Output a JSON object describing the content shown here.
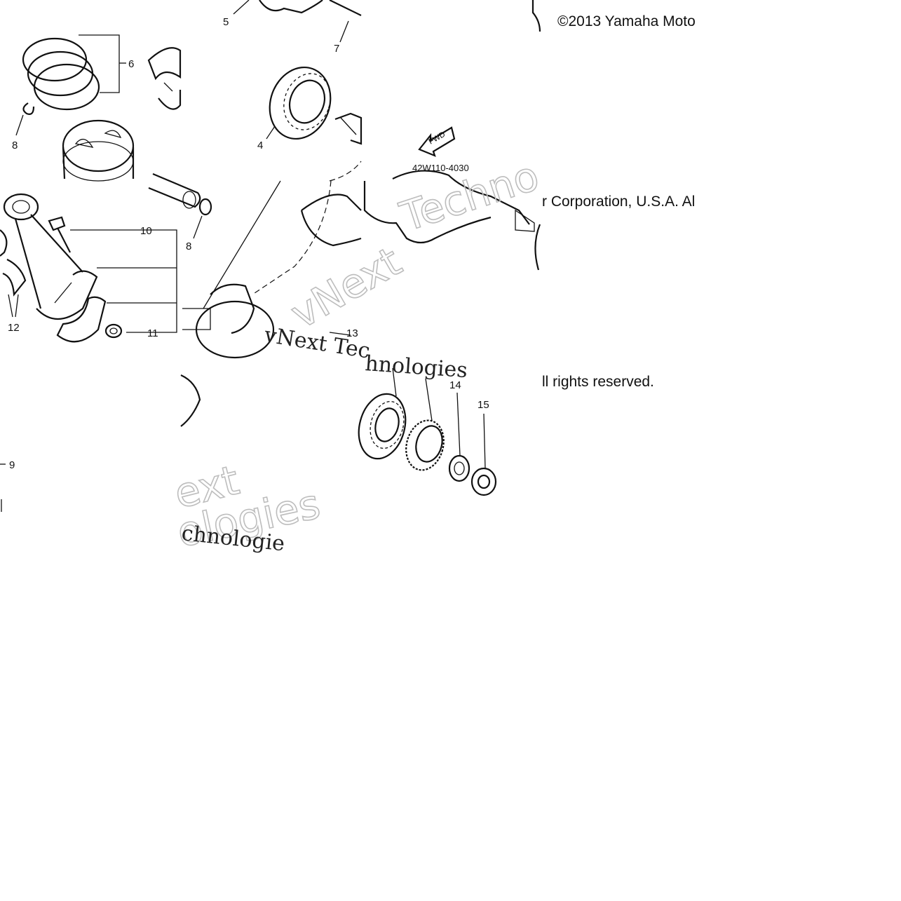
{
  "legal": {
    "line1": "©2013 Yamaha Moto",
    "line2": "r Corporation, U.S.A. Al",
    "line3": "ll rights reserved."
  },
  "diagram": {
    "part_code": "42W110-4030",
    "fwd_label": "FWD",
    "callouts": [
      "4",
      "5",
      "6",
      "7",
      "8",
      "8",
      "9",
      "10",
      "11",
      "12",
      "13",
      "14",
      "15"
    ]
  },
  "watermark": {
    "word_a": "vNext",
    "word_b": "Technologies",
    "frag_1": "Techno",
    "frag_2": "ext",
    "frag_3": "ologies",
    "frag_4": "chnologie",
    "frag_5": "vNext Tec",
    "frag_6": "hnologies"
  }
}
